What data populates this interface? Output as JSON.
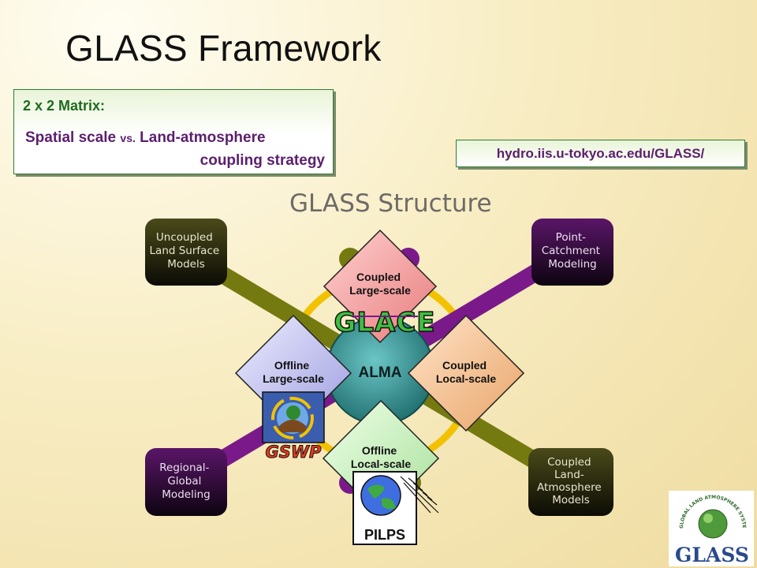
{
  "slide": {
    "title": "GLASS Framework",
    "matrix": {
      "heading": "2 x 2  Matrix:",
      "line1_a": "Spatial scale ",
      "line1_vs": "vs.",
      "line1_b": " Land-atmosphere",
      "line2": "coupling strategy"
    },
    "url": "hydro.iis.u-tokyo.ac.edu/GLASS/"
  },
  "diagram": {
    "heading": "GLASS Structure",
    "corners": {
      "top_left": [
        "Uncoupled",
        "Land Surface",
        "Models"
      ],
      "top_right": [
        "Point-",
        "Catchment",
        "Modeling"
      ],
      "bottom_left": [
        "Regional-",
        "Global",
        "Modeling"
      ],
      "bottom_right": [
        "Coupled",
        "Land-",
        "Atmosphere",
        "Models"
      ]
    },
    "center": "ALMA",
    "diamonds": {
      "top": [
        "Coupled",
        "Large-scale"
      ],
      "left": [
        "Offline",
        "Large-scale"
      ],
      "right": [
        "Coupled",
        "Local-scale"
      ],
      "bottom": [
        "Offline",
        "Local-scale"
      ]
    },
    "projects": {
      "glace": "GLACE",
      "gswp": "GSWP",
      "pilps": "PILPS"
    },
    "logo": {
      "ring_text": "GLOBAL LAND ATMOSPHERE SYSTEM STUDY",
      "word": "GLASS"
    },
    "colors": {
      "olive_band": "#757a10",
      "purple_band": "#7a1a8a",
      "yellow_ring": "#f2c200",
      "alma": "#2e8b8b",
      "diamond_top": "#f5a3a3",
      "diamond_left": "#c8c8f5",
      "diamond_right": "#f5c8a0",
      "diamond_bottom": "#c8f5c0"
    }
  }
}
